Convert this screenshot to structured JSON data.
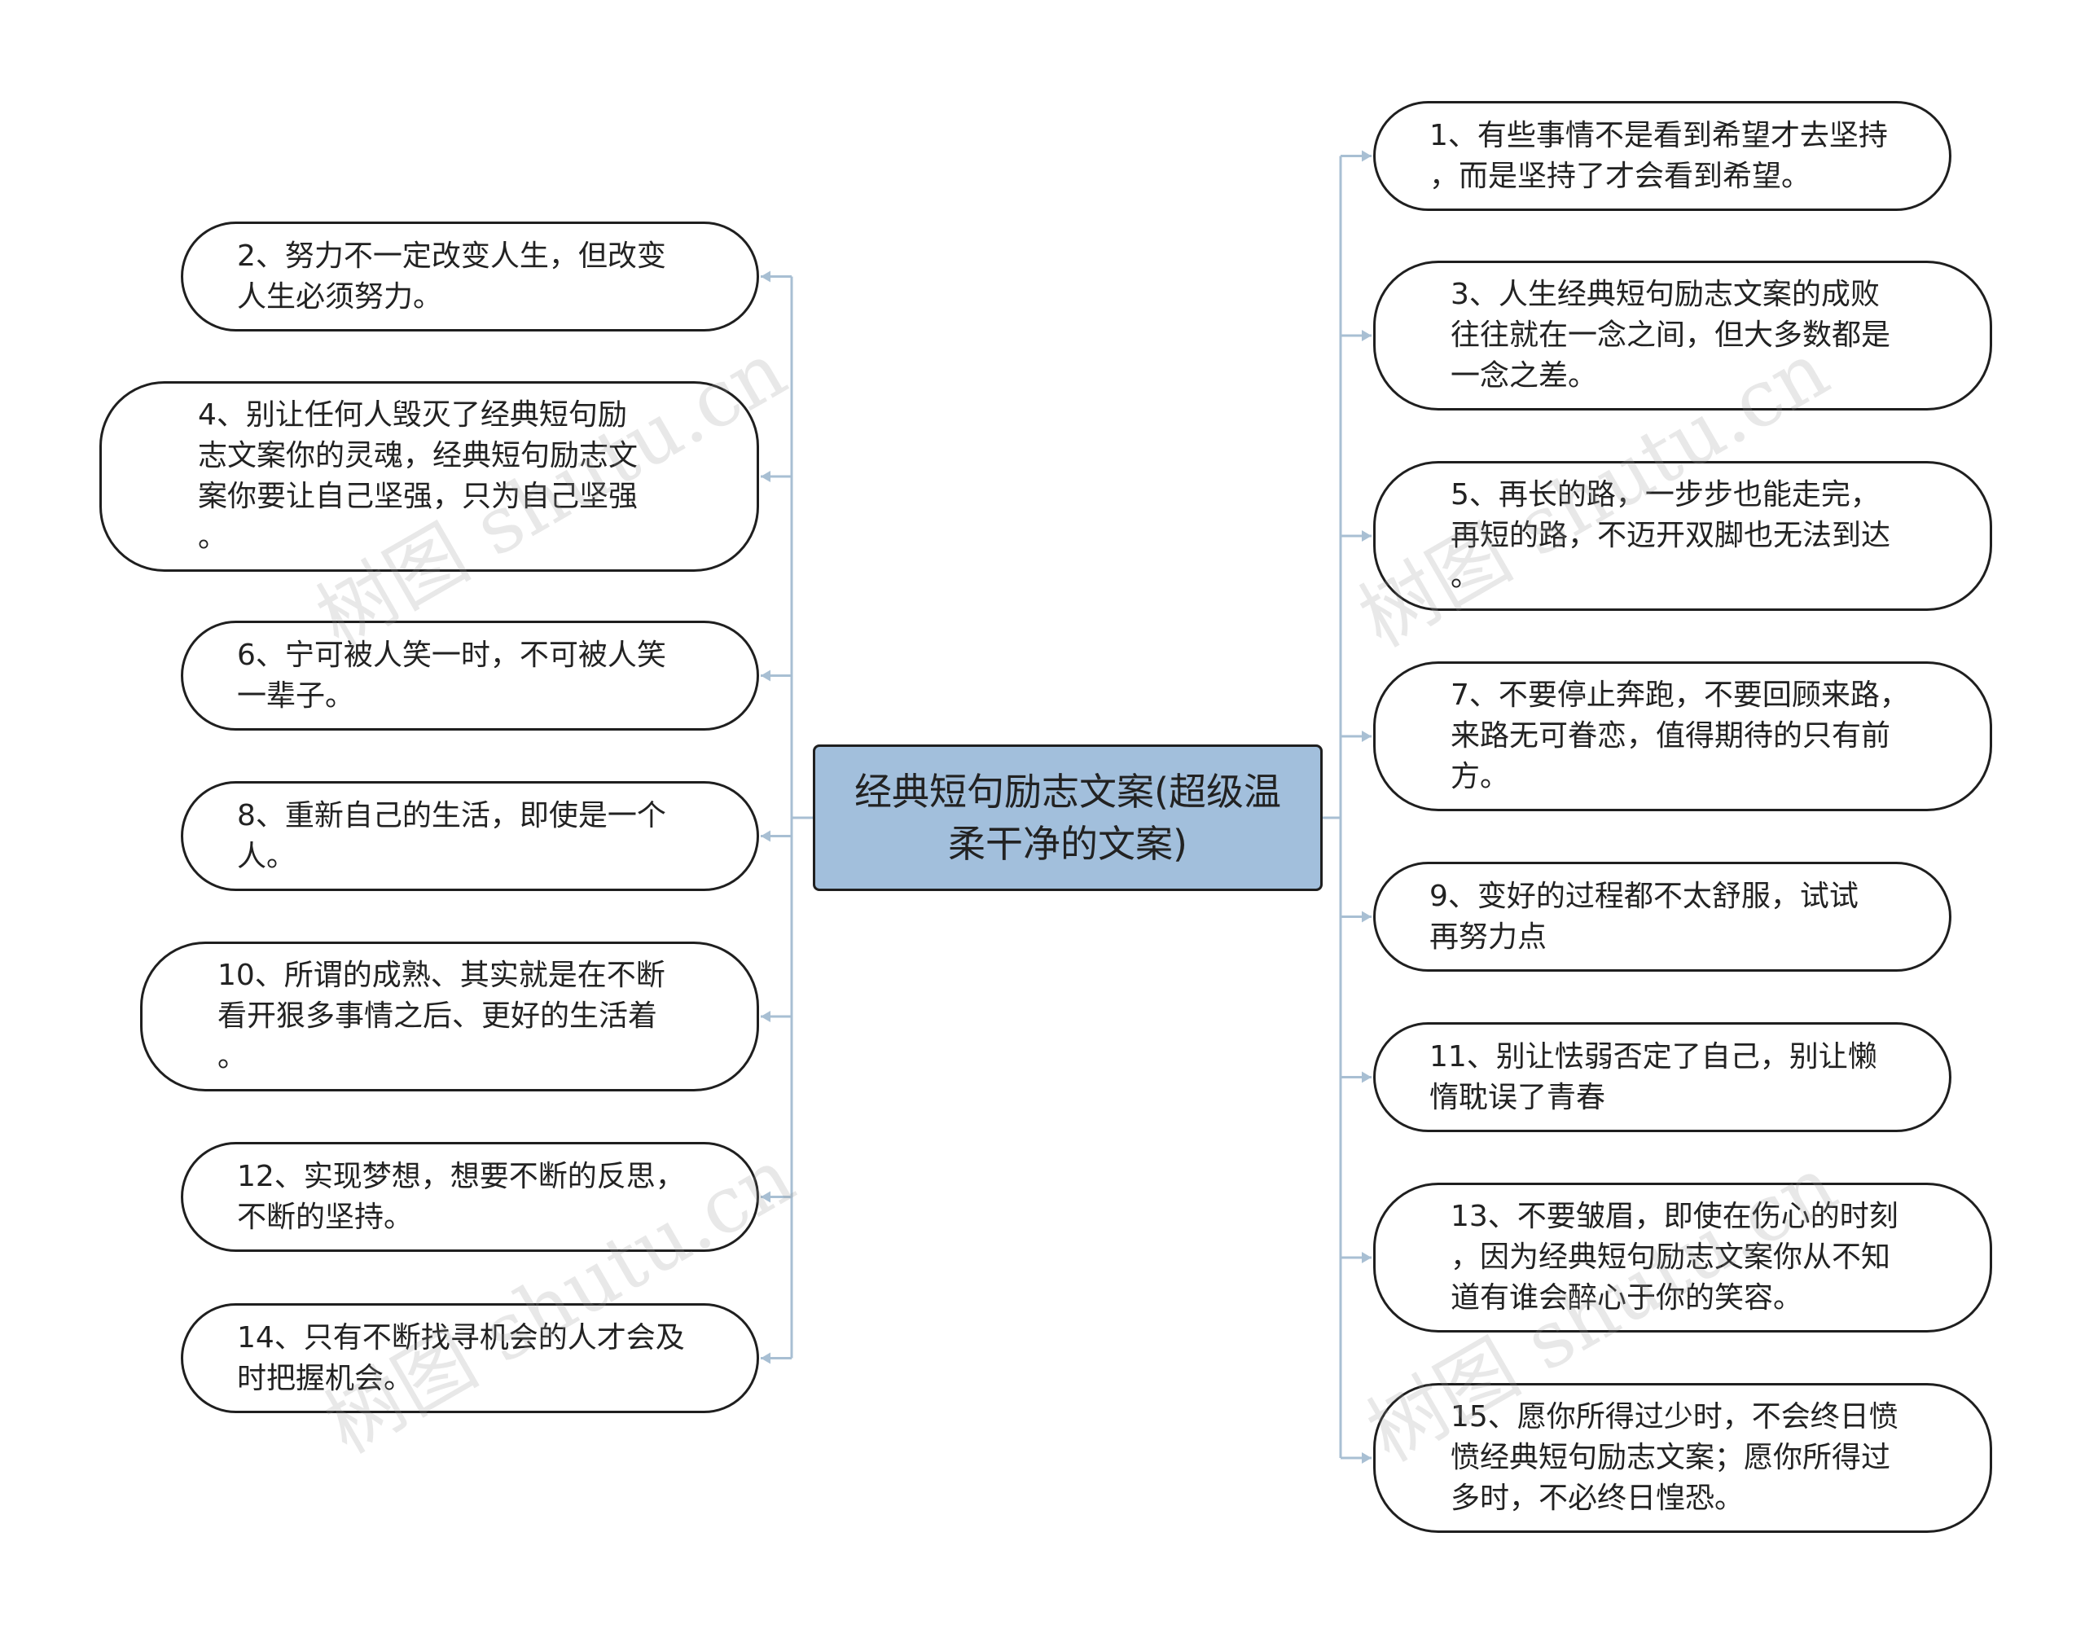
{
  "root": {
    "text": "经典短句励志文案(超级温\n柔干净的文案)"
  },
  "colors": {
    "root_fill": "#a2bfdc",
    "connector": "#a8bfd3",
    "border": "#1f1f1f"
  },
  "left_items": [
    {
      "id": "n2",
      "text": "2、努力不一定改变人生，但改变\n人生必须努力。"
    },
    {
      "id": "n4",
      "text": "4、别让任何人毁灭了经典短句励\n志文案你的灵魂，经典短句励志文\n案你要让自己坚强，只为自己坚强\n。"
    },
    {
      "id": "n6",
      "text": "6、宁可被人笑一时，不可被人笑\n一辈子。"
    },
    {
      "id": "n8",
      "text": "8、重新自己的生活，即使是一个\n人。"
    },
    {
      "id": "n10",
      "text": "10、所谓的成熟、其实就是在不断\n看开狠多事情之后、更好的生活着\n。"
    },
    {
      "id": "n12",
      "text": "12、实现梦想，想要不断的反思，\n不断的坚持。"
    },
    {
      "id": "n14",
      "text": "14、只有不断找寻机会的人才会及\n时把握机会。"
    }
  ],
  "right_items": [
    {
      "id": "n1",
      "text": "1、有些事情不是看到希望才去坚持\n，而是坚持了才会看到希望。"
    },
    {
      "id": "n3",
      "text": "3、人生经典短句励志文案的成败\n往往就在一念之间，但大多数都是\n一念之差。"
    },
    {
      "id": "n5",
      "text": "5、再长的路，一步步也能走完，\n再短的路，不迈开双脚也无法到达\n。"
    },
    {
      "id": "n7",
      "text": "7、不要停止奔跑，不要回顾来路，\n来路无可眷恋，值得期待的只有前\n方。"
    },
    {
      "id": "n9",
      "text": "9、变好的过程都不太舒服，试试\n再努力点"
    },
    {
      "id": "n11",
      "text": "11、别让怯弱否定了自己，别让懒\n惰耽误了青春"
    },
    {
      "id": "n13",
      "text": "13、不要皱眉，即使在伤心的时刻\n，因为经典短句励志文案你从不知\n道有谁会醉心于你的笑容。"
    },
    {
      "id": "n15",
      "text": "15、愿你所得过少时，不会终日愤\n愤经典短句励志文案；愿你所得过\n多时，不必终日惶恐。"
    }
  ],
  "watermark": {
    "text": "树图 shutu.cn"
  }
}
